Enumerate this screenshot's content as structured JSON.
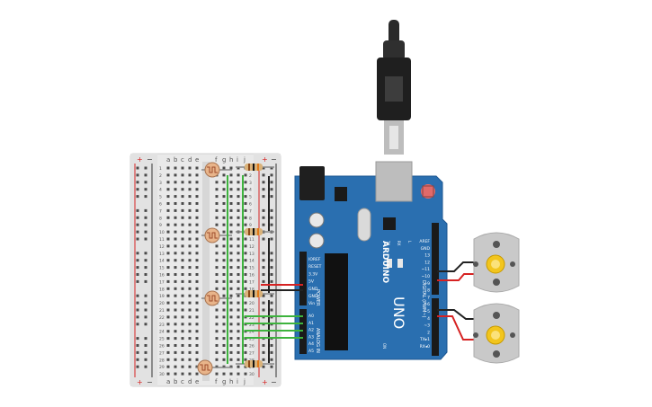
{
  "breadboard": {
    "column_letters": [
      "a",
      "b",
      "c",
      "d",
      "e",
      "f",
      "g",
      "h",
      "i",
      "j"
    ],
    "rail_plus": "+",
    "rail_minus": "−",
    "row_numbers": [
      "1",
      "2",
      "3",
      "4",
      "5",
      "6",
      "7",
      "8",
      "9",
      "10",
      "11",
      "12",
      "13",
      "14",
      "15",
      "16",
      "17",
      "18",
      "19",
      "20",
      "21",
      "22",
      "23",
      "24",
      "25",
      "26",
      "27",
      "28",
      "29",
      "30"
    ]
  },
  "arduino": {
    "power_pins": [
      "IOREF",
      "RESET",
      "3.3V",
      "5V",
      "GND",
      "GND",
      "Vin"
    ],
    "power_label": "POWER",
    "analog_pins": [
      "A0",
      "A1",
      "A2",
      "A3",
      "A4",
      "A5"
    ],
    "analog_label": "ANALOG IN",
    "digital_pins": [
      "AREF",
      "GND",
      "13",
      "12",
      "~11",
      "~10",
      "~9",
      "8",
      "7",
      "~6",
      "~5",
      "4",
      "~3",
      "2",
      "TX▸1",
      "RX◂0"
    ],
    "digital_label": "DIGITAL (PWM~)",
    "brand": "ARDUINO",
    "model": "UNO",
    "led_labels": [
      "TX",
      "RX",
      "L"
    ],
    "on_label": "ON"
  },
  "colors": {
    "board": "#2a6fb0",
    "breadboard": "#e8e8e8",
    "wire_green": "#3db33d",
    "wire_red": "#d62222",
    "wire_black": "#222222",
    "motor": "#c9c9c9",
    "gear": "#f2c51d"
  },
  "icons": [
    "usb-plug-icon",
    "photoresistor-icon",
    "resistor-icon",
    "dc-motor-icon",
    "reset-button-icon"
  ]
}
